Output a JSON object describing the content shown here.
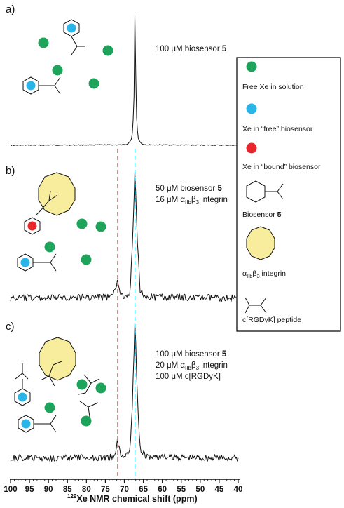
{
  "chart_data": {
    "type": "line",
    "title": "",
    "xlabel_sup": "129",
    "xlabel": "Xe NMR chemical shift (ppm)",
    "ylabel": "",
    "xlim": [
      100,
      40
    ],
    "x_reversed": true,
    "x_ticks": [
      "100",
      "95",
      "90",
      "85",
      "80",
      "75",
      "70",
      "65",
      "60",
      "55",
      "50",
      "45",
      "40"
    ],
    "grid": false,
    "reference_lines": [
      {
        "x": 71.8,
        "color": "#ff6b6b",
        "style": "dashed"
      },
      {
        "x": 67.2,
        "color": "#3cc4e8",
        "style": "dashed"
      }
    ],
    "panels": [
      {
        "label": "a)",
        "annotation_lines": [
          [
            "100 μM biosensor ",
            "5"
          ]
        ],
        "series": [
          {
            "x": [
              100,
              70,
              69,
              68,
              67.5,
              67.2,
              66.9,
              66.4,
              65.5,
              64,
              40
            ],
            "y": [
              0,
              0.003,
              0.01,
              0.05,
              0.25,
              1.0,
              0.25,
              0.05,
              0.01,
              0.003,
              0
            ]
          }
        ]
      },
      {
        "label": "b)",
        "annotation_lines": [
          [
            "50 μM biosensor ",
            "5"
          ],
          [
            "16 μM α",
            "IIb",
            "β",
            "3",
            " integrin"
          ]
        ],
        "series": [
          {
            "x": [
              100,
              73,
              72.3,
              71.8,
              71.3,
              70.5,
              68.5,
              67.8,
              67.2,
              66.6,
              65.8,
              64,
              40
            ],
            "y": [
              0,
              0.01,
              0.08,
              0.14,
              0.08,
              0.01,
              0.05,
              0.45,
              1.0,
              0.45,
              0.05,
              0.01,
              0
            ]
          }
        ]
      },
      {
        "label": "c)",
        "annotation_lines": [
          [
            "100 μM biosensor ",
            "5"
          ],
          [
            "20 μM α",
            "IIb",
            "β",
            "3",
            " integrin"
          ],
          [
            "100 μM c[RGDyK]"
          ]
        ],
        "series": [
          {
            "x": [
              100,
              73,
              72.3,
              71.8,
              71.3,
              70.5,
              68.5,
              67.8,
              67.2,
              66.6,
              65.8,
              64,
              40
            ],
            "y": [
              0,
              0.005,
              0.06,
              0.12,
              0.06,
              0.005,
              0.05,
              0.45,
              1.0,
              0.45,
              0.05,
              0.01,
              0
            ]
          }
        ]
      }
    ],
    "legend": {
      "placement": "right",
      "entries": [
        {
          "icon": "green-dot-icon",
          "color": "#1ea45a",
          "text": "Free Xe in solution"
        },
        {
          "icon": "blue-dot-icon",
          "color": "#2ab5e8",
          "text": "Xe in “free” biosensor"
        },
        {
          "icon": "red-dot-icon",
          "color": "#e8262b",
          "text": "Xe in “bound” biosensor"
        },
        {
          "icon": "biosensor-structure-icon",
          "text": "Biosensor ",
          "bold": "5"
        },
        {
          "icon": "integrin-polygon-icon",
          "color": "#f7ed9c",
          "text_parts": [
            "α",
            "IIb",
            "β",
            "3",
            "  integrin"
          ]
        },
        {
          "icon": "peptide-structure-icon",
          "text": "c[RGDyK] peptide"
        }
      ]
    }
  }
}
